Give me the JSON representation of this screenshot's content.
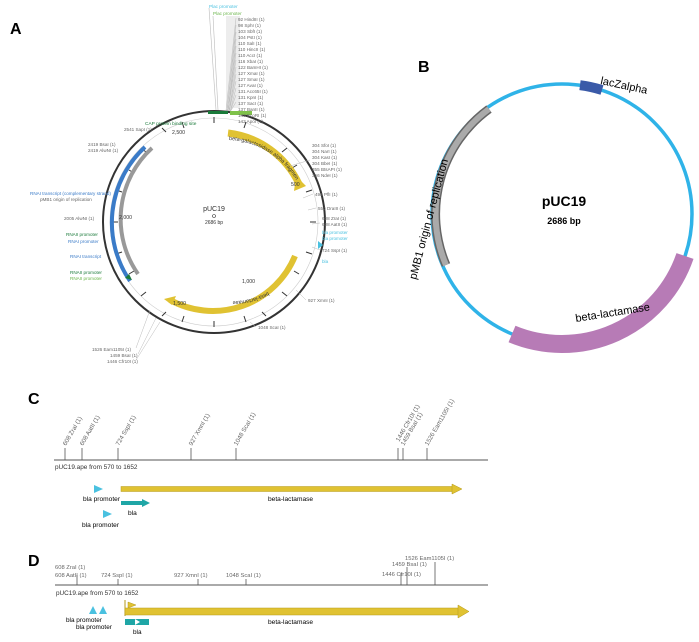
{
  "panels": {
    "a": "A",
    "b": "B",
    "c": "C",
    "d": "D"
  },
  "map_a": {
    "name": "pUC19",
    "size": "2686 bp",
    "tick_labels": [
      "2,500",
      "500",
      "1,000",
      "1,500",
      "2,000"
    ],
    "top_sites": [
      "Plac promoter",
      "Plac promoter",
      "92 HindIII (1)",
      "98 SphI (1)",
      "103 SbfI (1)",
      "104 PstI (1)",
      "110 SalI (1)",
      "110 HincII (1)",
      "110 AccI (1)",
      "116 XbaI (1)",
      "122 BamHI (1)",
      "127 XmaI (1)",
      "127 SmaI (1)",
      "127 AvaI (1)",
      "131 Acc65I (1)",
      "131 KpnI (1)",
      "137 SacI (1)",
      "137 BanII (1)",
      "143 EcoRI (1)",
      "143 ApoI (1)"
    ],
    "right_sites": [
      "304 SfoI (1)",
      "304 NarI (1)",
      "304 KasI (1)",
      "304 BbeI (1)",
      "355 BtsAPI (1)",
      "356 NdeI (1)"
    ],
    "site_492": "492 PflI (1)",
    "site_550": "550 DraIII (1)",
    "site_608z": "608 ZraI (1)",
    "site_608a": "608 AatII (1)",
    "site_724": "724 SspI (1)",
    "site_927": "927 XmnI (1)",
    "site_1048": "1048 ScaI (1)",
    "bottom_left_sites": [
      "1526 Eam1105I (1)",
      "1459 BsaI (1)",
      "1446 Cfr10I (1)"
    ],
    "left_sites": [
      "2419 BsaI (1)",
      "2419 AlwNI (1)",
      "2541 SapI (1)"
    ],
    "site_2005": "2005 AlwNI (1)",
    "cap_site": "CAP protein binding site",
    "lacz_label": "beta-galactosidase alpha fragment",
    "bla_label": "beta-lactamase",
    "rnai_comp": "RNAI transcript (complementary strand)",
    "pmb1": "pMB1 origin of replication",
    "rnaii_promoter": "RNAII promoter",
    "rnai_promoter": "RNAI promoter",
    "rnai_transcript": "RNAI transcript",
    "rnaii_promoter2": "RNAII promoter",
    "rnaii_promoter3": "RNAII promoter",
    "bla_promoter_a": "bla promoter",
    "bla_promoter_b": "bla promoter",
    "bla_a": "bla"
  },
  "map_b": {
    "name": "pUC19",
    "size": "2686 bp",
    "lacz": "lacZalpha",
    "ori": "pMB1 origin of replication",
    "bla": "beta-lactamase",
    "colors": {
      "backbone": "#2fb3e8",
      "lacz": "#3a5aa8",
      "bla": "#b77bb6",
      "ori": "#999999"
    }
  },
  "panel_c": {
    "sites": [
      "608 ZraI (1)",
      "608 AatII (1)",
      "724 SspI (1)",
      "927 XmnI (1)",
      "1048 ScaI (1)",
      "1446 Cfr10I (1)",
      "1459 BsaI (1)",
      "1526 Eam1105I (1)"
    ],
    "range_label": "pUC19.ape from 570 to 1652",
    "bla_promoter_1": "bla promoter",
    "bla": "bla",
    "bla_promoter_2": "bla promoter",
    "beta_lactamase": "beta-lactamase"
  },
  "panel_d": {
    "sites": [
      "608 ZraI (1)",
      "608 AatII (1)",
      "724 SspI (1)",
      "927 XmnI (1)",
      "1048 ScaI (1)",
      "1526 Eam1105I (1)",
      "1459 BsaI (1)",
      "1446 Cfr10I (1)"
    ],
    "range_label": "pUC19.ape from 570 to 1652",
    "bla_promoter_1": "bla promoter",
    "bla_promoter_2": "bla promoter",
    "bla": "bla",
    "beta_lactamase": "beta-lactamase"
  }
}
